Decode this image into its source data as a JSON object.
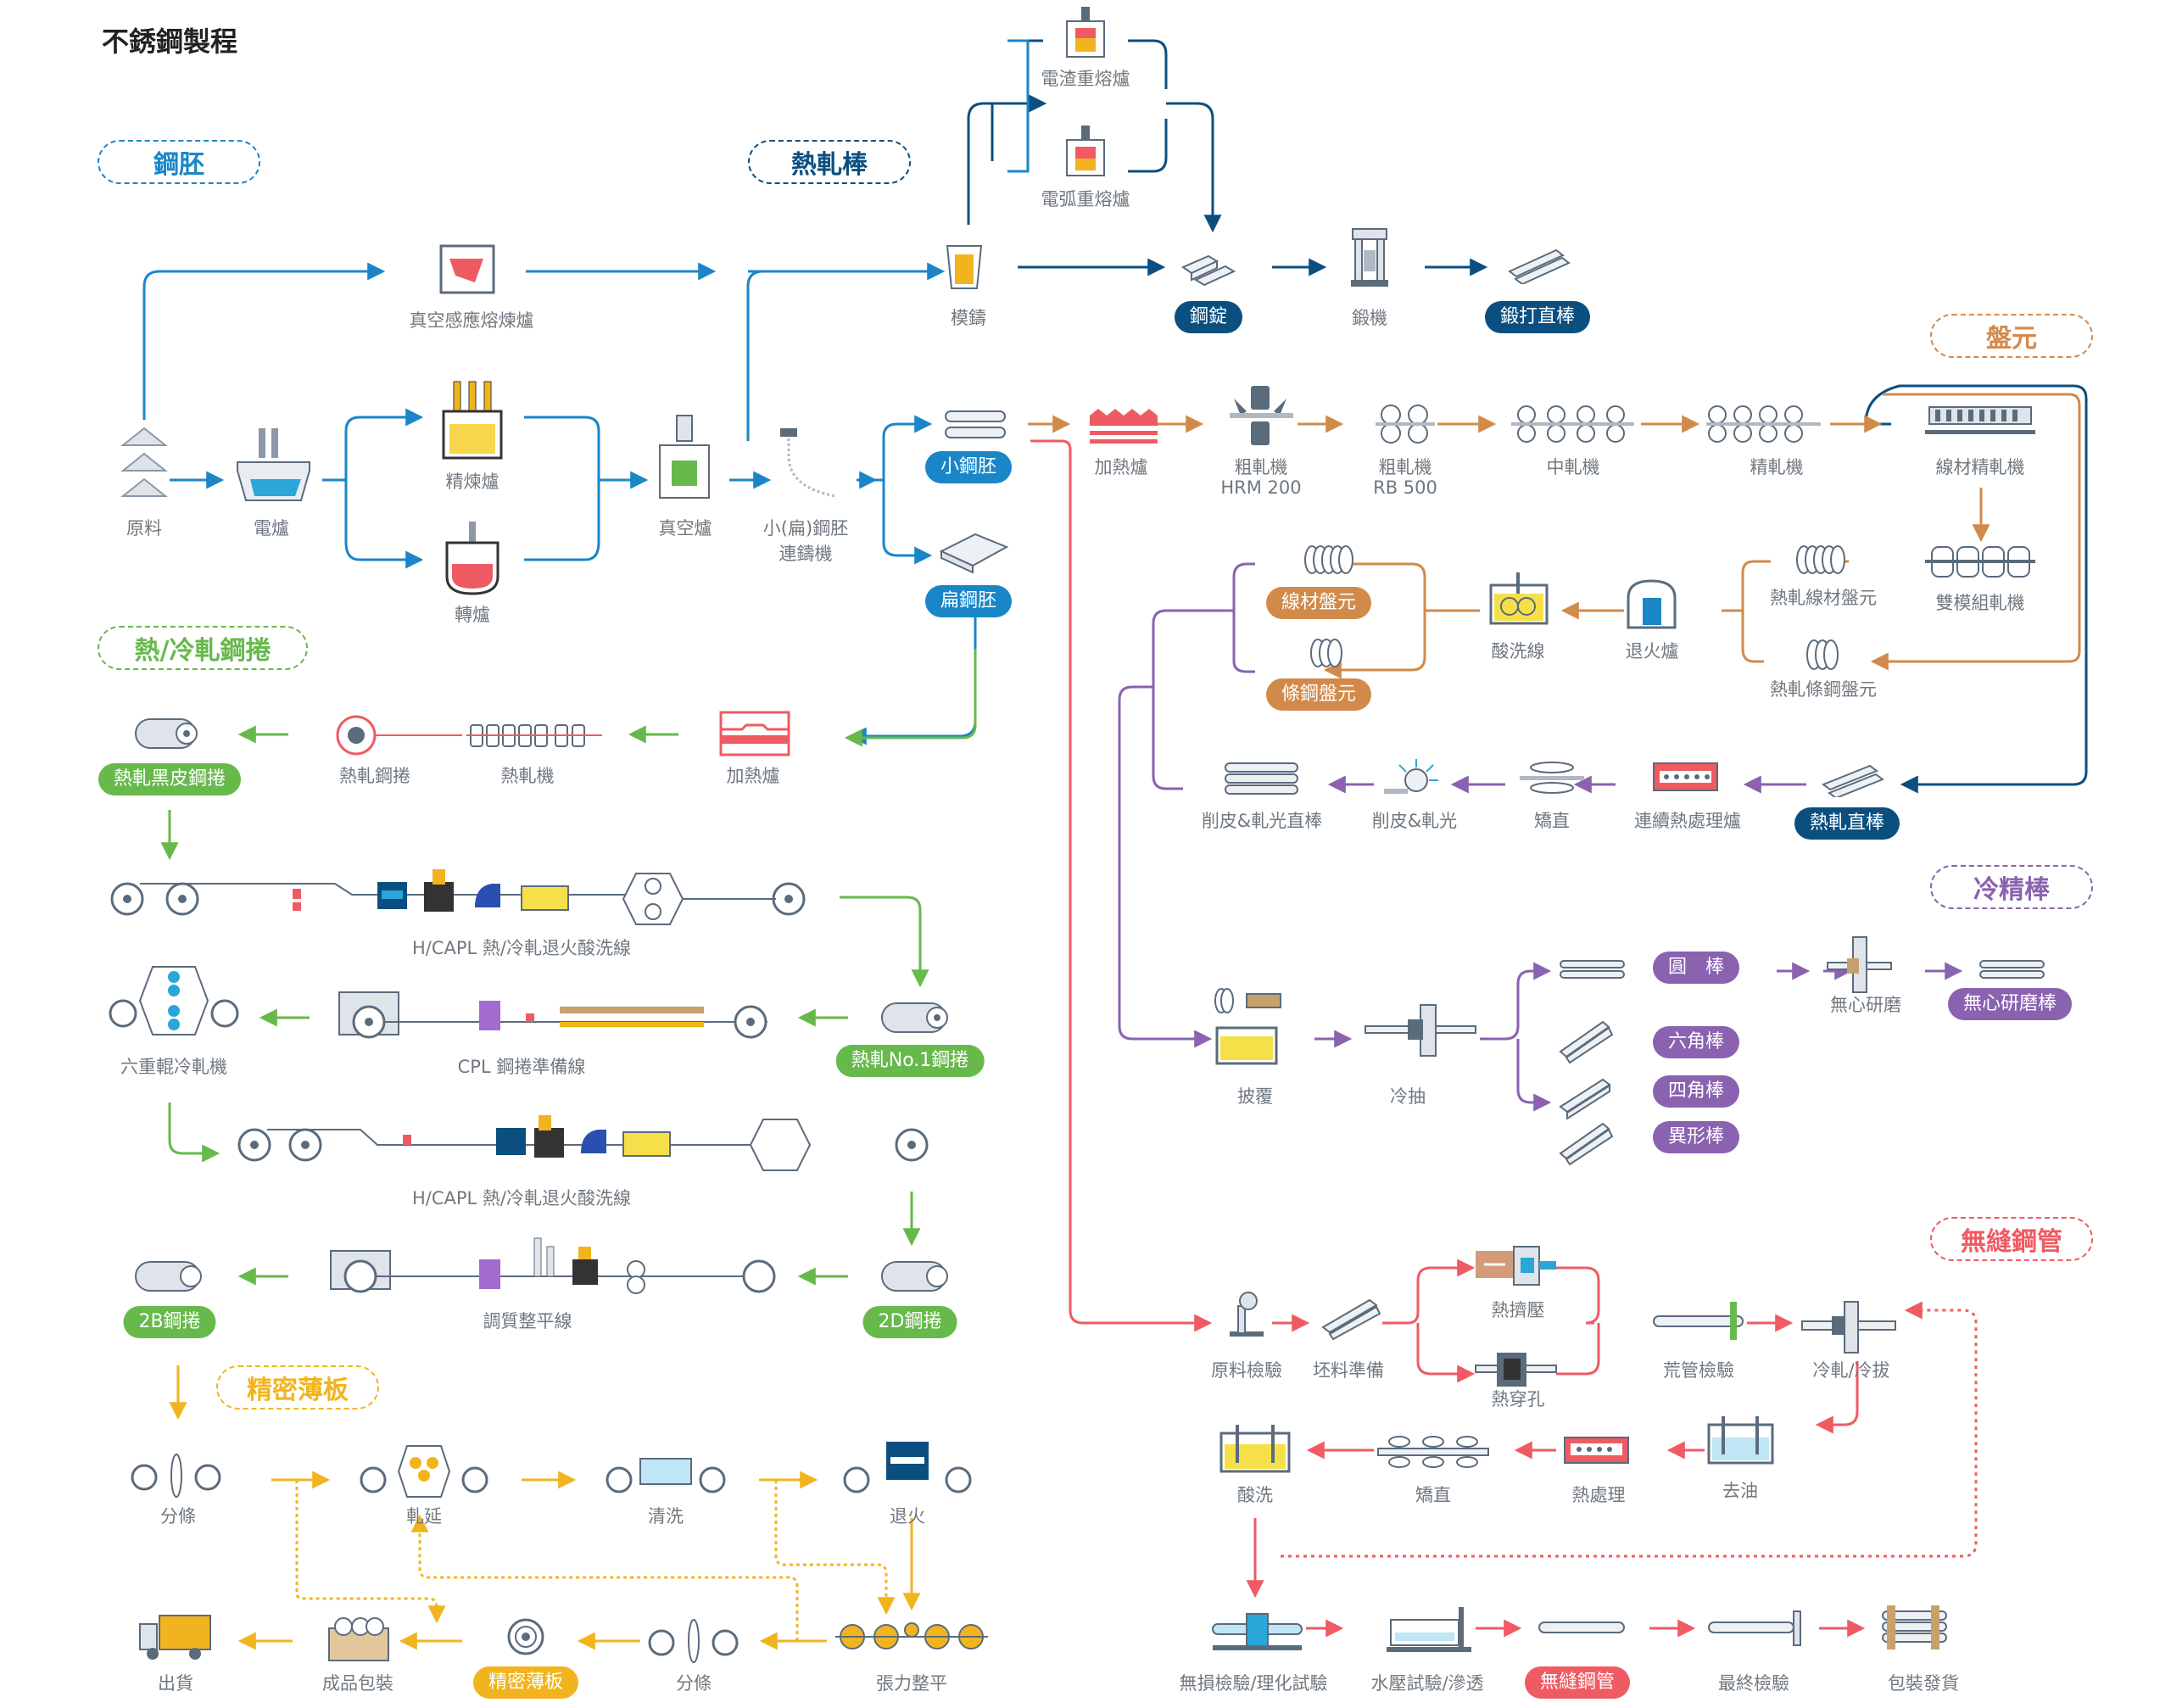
{
  "title": "不銹鋼製程",
  "colors": {
    "blue": "#1a86c8",
    "navy": "#0b4f80",
    "orange": "#d28a4a",
    "purple": "#8a62b0",
    "green": "#67b94b",
    "yellow": "#f2b41e",
    "red": "#ef5b63",
    "gray": "#707880"
  },
  "sections": {
    "billet": "鋼胚",
    "hot_rolled_bar": "熱軋棒",
    "wire_rod": "盤元",
    "hot_cold_coil": "熱/冷軋鋼捲",
    "cold_finished_bar": "冷精棒",
    "seamless_pipe": "無縫鋼管",
    "precision_strip": "精密薄板"
  },
  "labels": {
    "raw": "原料",
    "eaf": "電爐",
    "refining": "精煉爐",
    "converter": "轉爐",
    "vacuum": "真空爐",
    "caster_1": "小(扁)鋼胚",
    "caster_2": "連鑄機",
    "vim": "真空感應熔煉爐",
    "mold": "模鑄",
    "esr": "電渣重熔爐",
    "var": "電弧重熔爐",
    "forge": "鍛機",
    "reheat_1": "加熱爐",
    "roughing_1": "粗軋機",
    "roughing_1_sub": "HRM 200",
    "roughing_2": "粗軋機",
    "roughing_2_sub": "RB 500",
    "intermediate": "中軋機",
    "finishing": "精軋機",
    "wire_finishing": "線材精軋機",
    "twin_module": "雙模組軋機",
    "hr_wire_coil": "熱軋線材盤元",
    "hr_bar_coil": "熱軋條鋼盤元",
    "annealing": "退火爐",
    "pickling": "酸洗線",
    "peeled_bar": "削皮&軋光直棒",
    "peeling": "削皮&軋光",
    "straightening": "矯直",
    "heat_treat_cont": "連續熱處理爐",
    "coating": "披覆",
    "cold_drawing": "冷抽",
    "centerless": "無心研磨",
    "hr_coil": "熱軋鋼捲",
    "hot_mill": "熱軋機",
    "reheat_2": "加熱爐",
    "hcapl_1": "H/CAPL 熱/冷軋退火酸洗線",
    "six_high": "六重輥冷軋機",
    "cpl": "CPL 鋼捲準備線",
    "hcapl_2": "H/CAPL 熱/冷軋退火酸洗線",
    "temper": "調質整平線",
    "slit_1": "分條",
    "rolling": "軋延",
    "cleaning": "清洗",
    "anneal_2": "退火",
    "shipping": "出貨",
    "packing": "成品包裝",
    "slit_2": "分條",
    "tension_level": "張力整平",
    "raw_inspect": "原料檢驗",
    "billet_prep": "坯料準備",
    "hot_extrusion": "熱擠壓",
    "hot_piercing": "熱穿孔",
    "hollow_inspect": "荒管檢驗",
    "cold_roll_draw": "冷軋/冷拔",
    "pipe_pickling": "酸洗",
    "pipe_straight": "矯直",
    "pipe_heat": "熱處理",
    "degrease": "去油",
    "ndt": "無損檢驗/理化試驗",
    "hydro": "水壓試驗/滲透",
    "final_inspect": "最終檢驗",
    "pack_ship": "包裝發貨"
  },
  "pills": {
    "ingot": "鋼錠",
    "forged_bar": "鍛打直棒",
    "small_billet": "小鋼胚",
    "slab": "扁鋼胚",
    "wire_coil": "線材盤元",
    "bar_coil": "條鋼盤元",
    "hr_straight_bar": "熱軋直棒",
    "round_bar": "圓　棒",
    "centerless_bar": "無心研磨棒",
    "hex_bar": "六角棒",
    "square_bar": "四角棒",
    "profile_bar": "異形棒",
    "black_coil": "熱軋黑皮鋼捲",
    "no1_coil": "熱軋No.1鋼捲",
    "coil_2b": "2B鋼捲",
    "coil_2d": "2D鋼捲",
    "precision_strip": "精密薄板",
    "seamless_pipe": "無縫鋼管"
  }
}
